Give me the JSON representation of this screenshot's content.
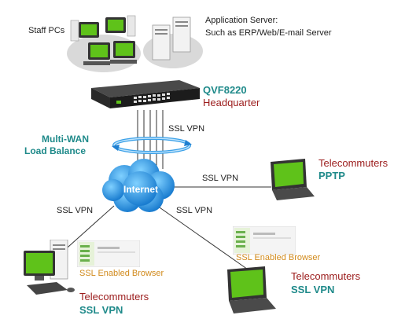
{
  "labels": {
    "staff_pcs": "Staff PCs",
    "app_server_line1": "Application Server:",
    "app_server_line2": "Such as ERP/Web/E-mail Server",
    "device_model": "QVF8220",
    "device_location": "Headquarter",
    "ssl_vpn_trunk": "SSL VPN",
    "multiwan_line1": "Multi-WAN",
    "multiwan_line2": "Load Balance",
    "internet": "Internet",
    "ssl_vpn_right": "SSL VPN",
    "ssl_vpn_left": "SSL VPN",
    "ssl_vpn_bottom": "SSL VPN",
    "tele_pptp_title": "Telecommuters",
    "tele_pptp_proto": "PPTP",
    "browser_right": "SSL Enabled Browser",
    "browser_left": "SSL Enabled Browser",
    "tele_right_title": "Telecommuters",
    "tele_right_proto": "SSL VPN",
    "tele_left_title": "Telecommuters",
    "tele_left_proto": "SSL VPN"
  },
  "colors": {
    "brand_red": "#9b1b1b",
    "teal": "#1f8a8a",
    "orange": "#d18a1c",
    "screen_green": "#5fc21a",
    "cloud_blue": "#1e90e0"
  }
}
